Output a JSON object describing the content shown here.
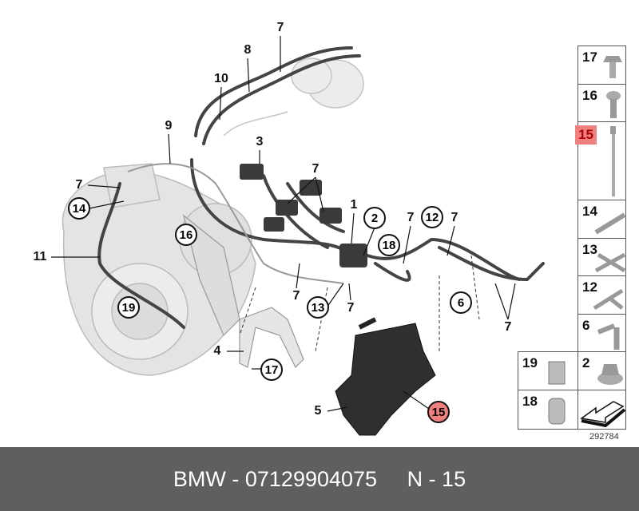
{
  "diagram": {
    "callouts": [
      {
        "id": "7",
        "style": "plain"
      },
      {
        "id": "8",
        "style": "plain"
      },
      {
        "id": "10",
        "style": "plain"
      },
      {
        "id": "9",
        "style": "plain"
      },
      {
        "id": "3",
        "style": "plain"
      },
      {
        "id": "7",
        "style": "plain"
      },
      {
        "id": "7",
        "style": "plain"
      },
      {
        "id": "14",
        "style": "circle"
      },
      {
        "id": "16",
        "style": "circle"
      },
      {
        "id": "11",
        "style": "plain"
      },
      {
        "id": "1",
        "style": "plain"
      },
      {
        "id": "2",
        "style": "circle"
      },
      {
        "id": "18",
        "style": "circle"
      },
      {
        "id": "7",
        "style": "plain"
      },
      {
        "id": "12",
        "style": "circle"
      },
      {
        "id": "7",
        "style": "plain"
      },
      {
        "id": "19",
        "style": "circle"
      },
      {
        "id": "7",
        "style": "plain"
      },
      {
        "id": "13",
        "style": "circle"
      },
      {
        "id": "7",
        "style": "plain"
      },
      {
        "id": "6",
        "style": "circle"
      },
      {
        "id": "7",
        "style": "plain"
      },
      {
        "id": "4",
        "style": "plain"
      },
      {
        "id": "17",
        "style": "circle"
      },
      {
        "id": "5",
        "style": "plain"
      },
      {
        "id": "15",
        "style": "circle-highlighted"
      }
    ],
    "parts_panel": [
      {
        "id": "17",
        "part": "hex-bolt"
      },
      {
        "id": "16",
        "part": "torx-screw"
      },
      {
        "id": "15",
        "part": "long-bolt",
        "highlighted": true
      },
      {
        "id": "14",
        "part": "straight-connector"
      },
      {
        "id": "13",
        "part": "cross-connector"
      },
      {
        "id": "12",
        "part": "t-connector"
      },
      {
        "id": "6",
        "part": "elbow-connector"
      },
      {
        "id": "19",
        "part": "clip"
      },
      {
        "id": "2",
        "part": "flange-nut"
      },
      {
        "id": "18",
        "part": "hose-clip"
      },
      {
        "id": "arrow",
        "part": "arrow-symbol"
      }
    ],
    "reference_number": "292784",
    "highlight_color": "#f08080"
  },
  "footer": {
    "brand": "BMW",
    "part_number": "07129904075",
    "position": "N - 15",
    "text": "BMW - 07129904075     N - 15"
  }
}
